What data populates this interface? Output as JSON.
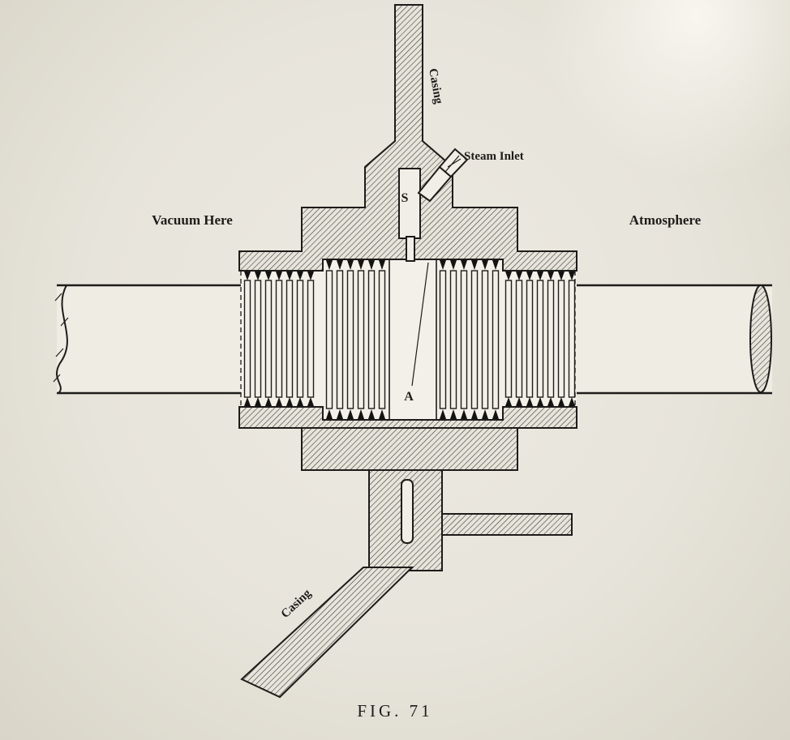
{
  "figure": {
    "caption": "FIG. 71",
    "labels": {
      "casing_top": "Casing",
      "steam_inlet": "Steam Inlet",
      "s": "S",
      "vacuum": "Vacuum Here",
      "atmosphere": "Atmosphere",
      "a": "A",
      "casing_bottom": "Casing"
    },
    "colors": {
      "paper": "#e7e4db",
      "ink": "#1d1c1a"
    }
  }
}
